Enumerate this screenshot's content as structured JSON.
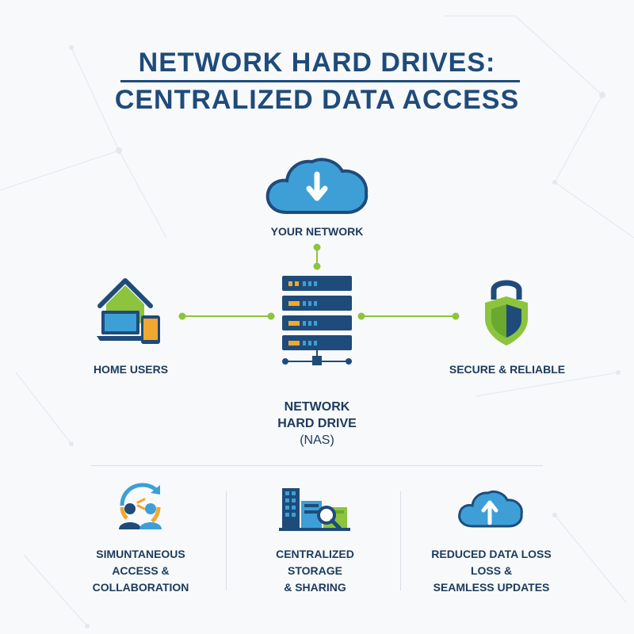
{
  "title": {
    "line1": "NETWORK HARD DRIVES:",
    "line2": "CENTRALIZED DATA ACCESS"
  },
  "diagram": {
    "top_node": {
      "label": "YOUR NETWORK",
      "icon": "cloud-download-icon"
    },
    "center_node": {
      "line1": "NETWORK",
      "line2": "HARD DRIVE",
      "line3": "(NAS)",
      "icon": "server-rack-icon"
    },
    "left_node": {
      "label": "HOME USERS",
      "icon": "home-devices-icon"
    },
    "right_node": {
      "label": "SECURE & RELIABLE",
      "icon": "padlock-shield-icon"
    }
  },
  "features": [
    {
      "line1": "SIMUNTANEOUS",
      "line2": "ACCESS &",
      "line3": "COLLABORATION",
      "icon": "collaboration-icon"
    },
    {
      "line1": "CENTRALIZED",
      "line2": "STORAGE",
      "line3": "& SHARING",
      "icon": "storage-search-icon"
    },
    {
      "line1": "REDUCED DATA LOSS",
      "line2": "LOSS &",
      "line3": "SEAMLESS UPDATES",
      "icon": "cloud-upload-icon"
    }
  ],
  "colors": {
    "title": "#1f4b7a",
    "connector": "#8cc43e",
    "cloud": "#3d9fd6",
    "server_body": "#1f4b7a",
    "server_light": "#f0a830"
  }
}
